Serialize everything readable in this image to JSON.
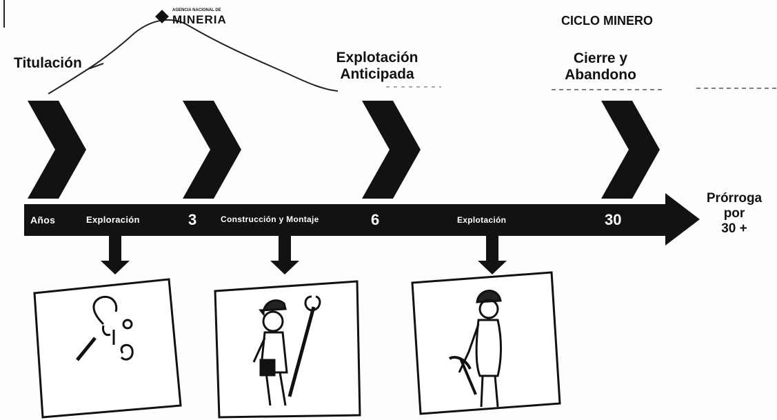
{
  "header": {
    "logo_small": "AGENCIA NACIONAL DE",
    "logo_name": "MINERIA",
    "title": "CICLO MINERO"
  },
  "phases": {
    "titulacion": "Titulación",
    "explotacion_anticipada_1": "Explotación",
    "explotacion_anticipada_2": "Anticipada",
    "cierre_1": "Cierre y",
    "cierre_2": "Abandono"
  },
  "timeline": {
    "anos": "Años",
    "exploracion": "Exploración",
    "year_3": "3",
    "construccion": "Construcción y Montaje",
    "year_6": "6",
    "explotacion": "Explotación",
    "year_30": "30"
  },
  "prorroga": {
    "line1": "Prórroga",
    "line2": "por",
    "line3": "30 +"
  },
  "icons": [
    "magnifier-icon",
    "worker-wrench-icon",
    "miner-pickaxe-icon"
  ]
}
